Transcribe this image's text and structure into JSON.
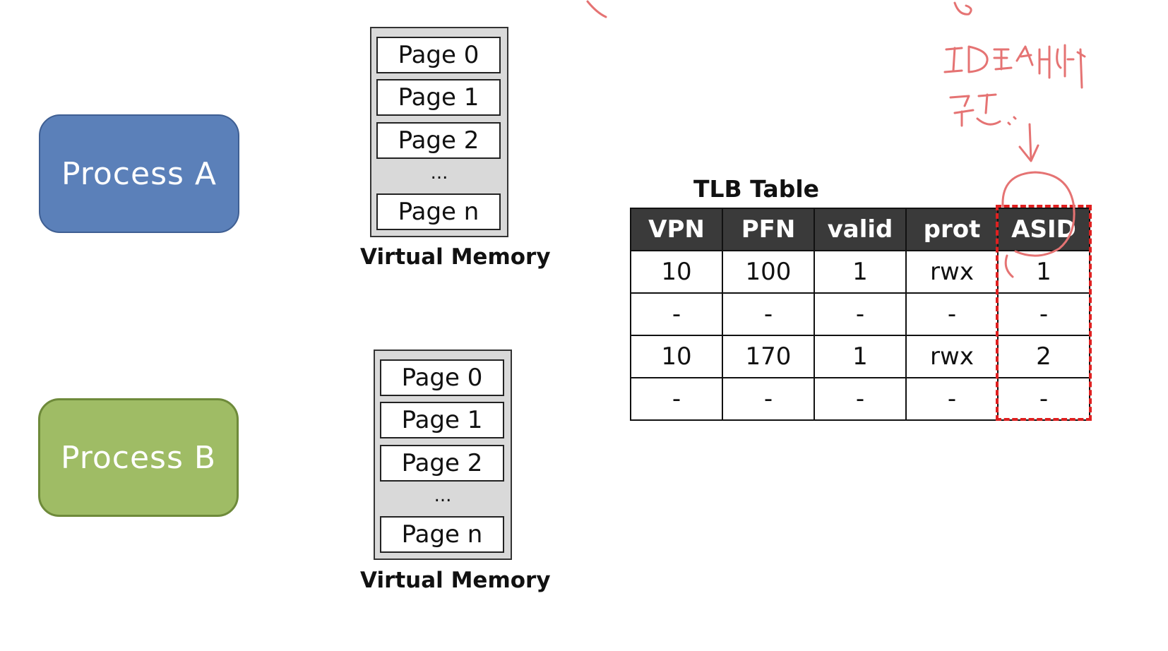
{
  "processes": {
    "a": {
      "label": "Process A",
      "color": "#5b80b9"
    },
    "b": {
      "label": "Process B",
      "color": "#9fbc65"
    }
  },
  "virtual_memory": {
    "a": {
      "pages": [
        "Page 0",
        "Page 1",
        "Page 2",
        "Page n"
      ],
      "ellipsis": "...",
      "label": "Virtual Memory"
    },
    "b": {
      "pages": [
        "Page 0",
        "Page 1",
        "Page 2",
        "Page n"
      ],
      "ellipsis": "...",
      "label": "Virtual Memory"
    }
  },
  "tlb": {
    "title": "TLB Table",
    "headers": [
      "VPN",
      "PFN",
      "valid",
      "prot",
      "ASID"
    ],
    "rows": [
      [
        "10",
        "100",
        "1",
        "rwx",
        "1"
      ],
      [
        "-",
        "-",
        "-",
        "-",
        "-"
      ],
      [
        "10",
        "170",
        "1",
        "rwx",
        "2"
      ],
      [
        "-",
        "-",
        "-",
        "-",
        "-"
      ]
    ],
    "highlight_column": "ASID",
    "highlight_color": "#e02020"
  },
  "annotation": {
    "note": "handwritten",
    "color": "#e57373"
  }
}
